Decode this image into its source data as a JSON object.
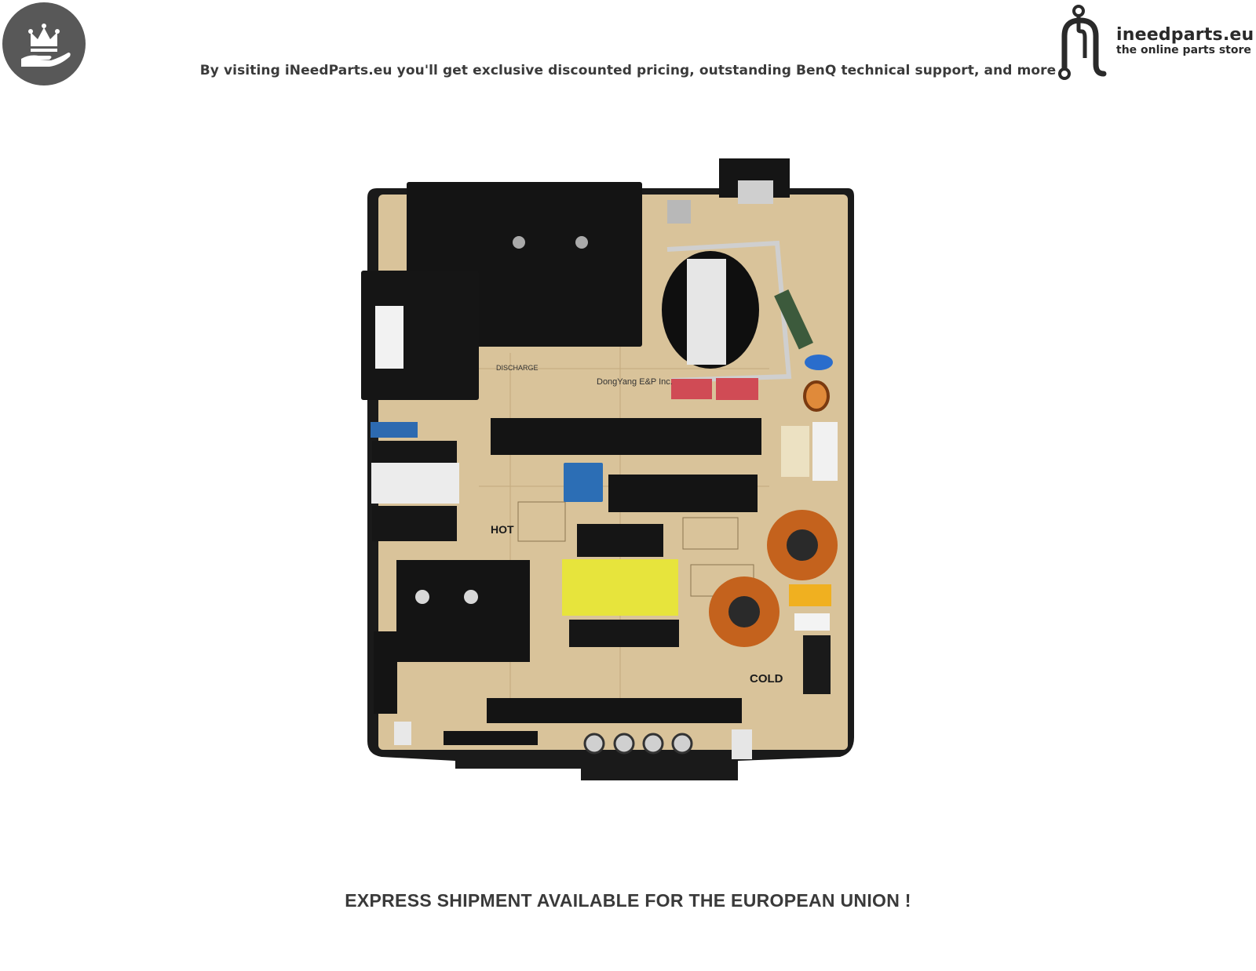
{
  "header": {
    "tagline": "By visiting iNeedParts.eu you'll get exclusive discounted pricing, outstanding BenQ technical support, and more"
  },
  "logo": {
    "name": "ineedparts.eu",
    "subtitle": "the online parts store"
  },
  "badge": {
    "icon": "crown-hand-icon"
  },
  "product": {
    "label": "DongYang E&P Inc.",
    "hot": "HOT",
    "cold": "COLD",
    "discharge": "DISCHARGE"
  },
  "footer": {
    "text": "EXPRESS SHIPMENT AVAILABLE FOR THE EUROPEAN UNION !"
  },
  "colors": {
    "pcb": "#d9c39a",
    "heatsink": "#141414",
    "transformer_yellow": "#e7e43c",
    "capacitor_red": "#d04b55",
    "copper": "#c4621d",
    "badge_gray": "#585858"
  }
}
